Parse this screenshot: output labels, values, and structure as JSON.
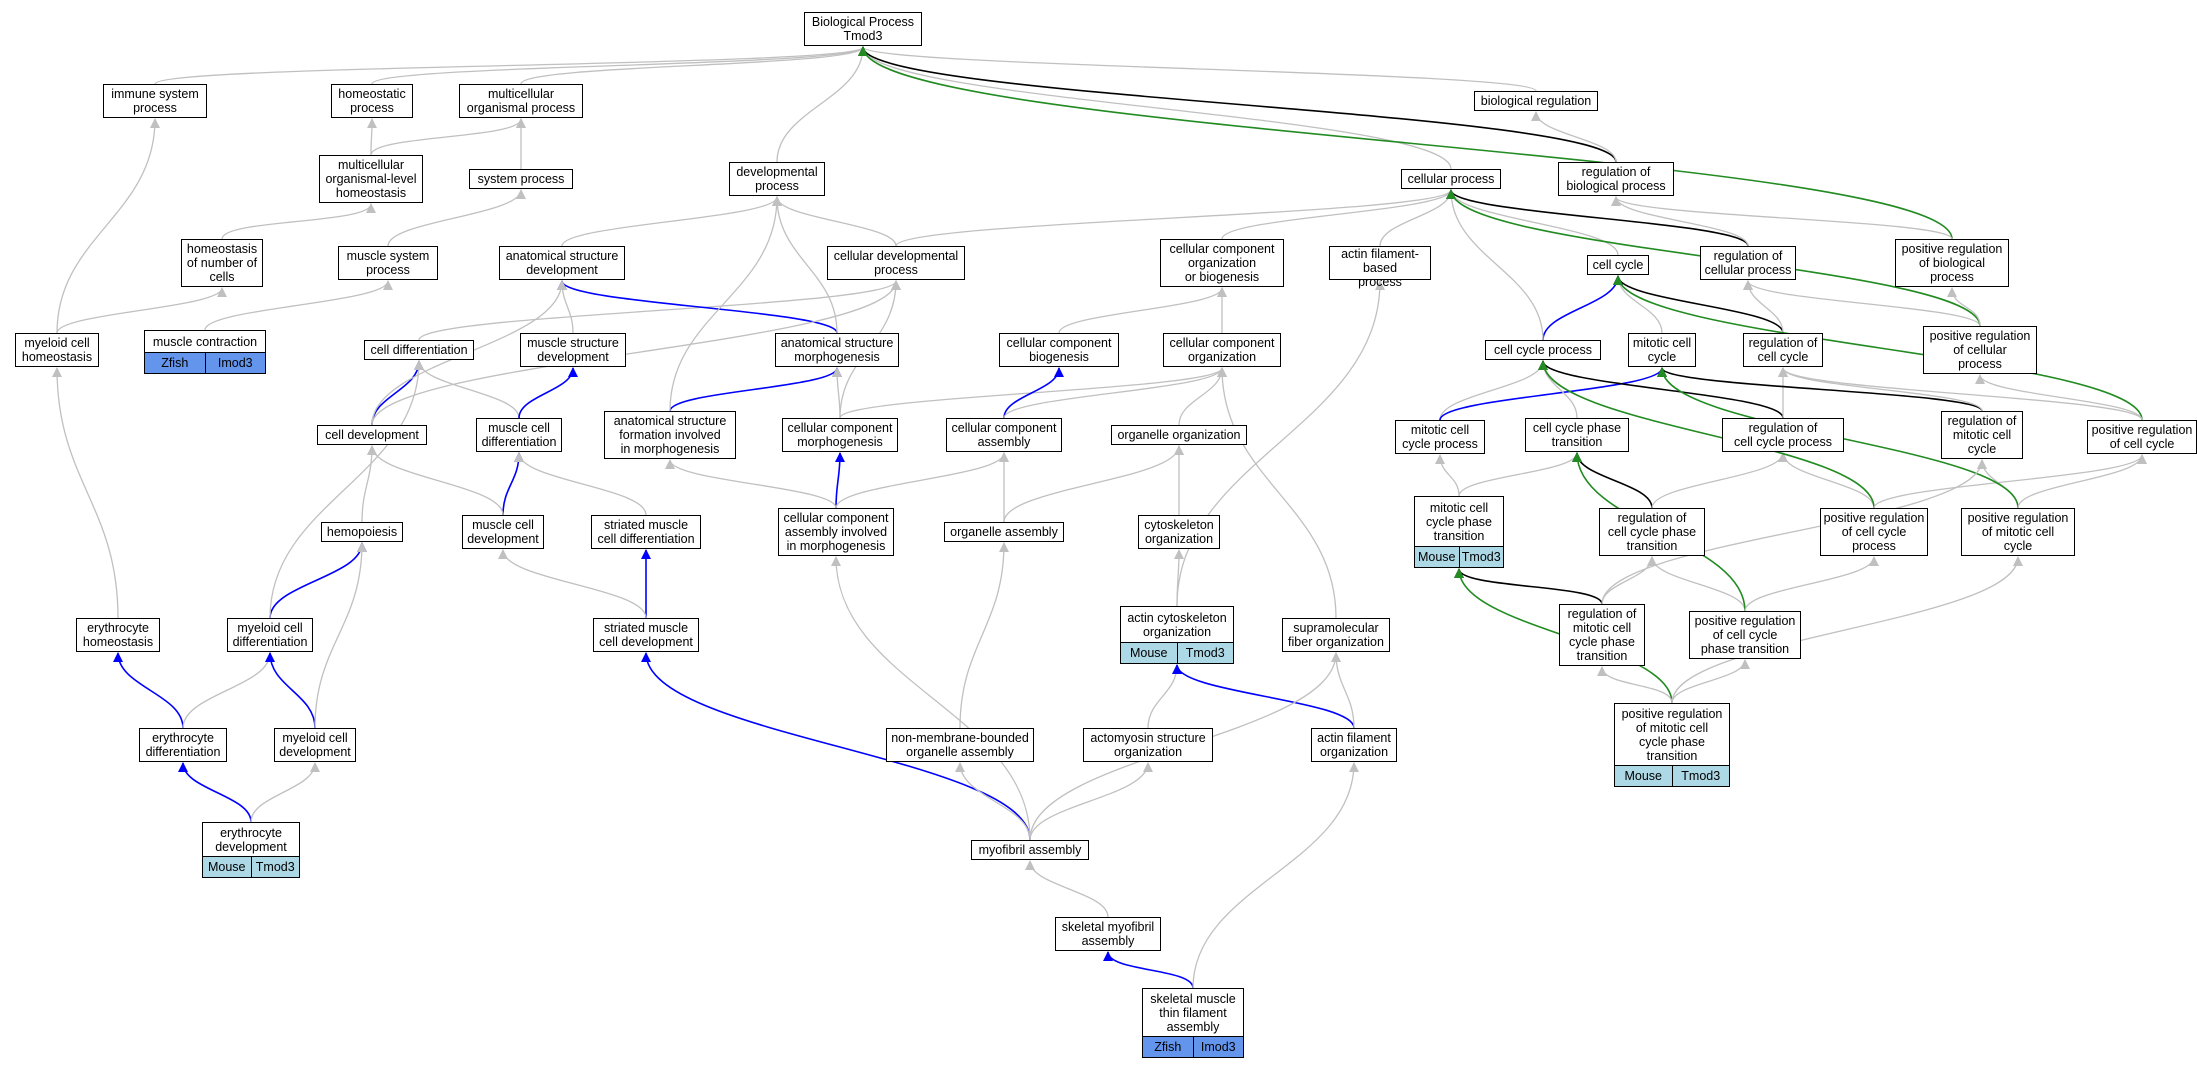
{
  "colors": {
    "gray": "#c0c0c0",
    "blue": "#0000ff",
    "black": "#000000",
    "green": "#228b22",
    "mouse_tag": "#add8e6",
    "zfish_tag": "#6495ed"
  },
  "nodes": {
    "bp": {
      "label": "Biological Process\nTmod3"
    },
    "immune": {
      "label": "immune system\nprocess"
    },
    "homeostatic": {
      "label": "homeostatic\nprocess"
    },
    "multicell_proc": {
      "label": "multicellular\norganismal process"
    },
    "bioreg": {
      "label": "biological regulation"
    },
    "mo_homeo": {
      "label": "multicellular\norganismal-level\nhomeostasis"
    },
    "system_proc": {
      "label": "system process"
    },
    "dev_proc": {
      "label": "developmental\nprocess"
    },
    "cell_proc": {
      "label": "cellular process"
    },
    "reg_bio": {
      "label": "regulation of\nbiological process"
    },
    "homeo_num": {
      "label": "homeostasis\nof number of\ncells"
    },
    "muscle_sys": {
      "label": "muscle system\nprocess"
    },
    "anat_dev": {
      "label": "anatomical structure\ndevelopment"
    },
    "cell_dev_proc": {
      "label": "cellular developmental\nprocess"
    },
    "ccobiog": {
      "label": "cellular component\norganization\nor biogenesis"
    },
    "actin_based": {
      "label": "actin filament-based\nprocess"
    },
    "cell_cycle": {
      "label": "cell cycle"
    },
    "reg_cell_proc": {
      "label": "regulation of\ncellular process"
    },
    "pos_reg_bio": {
      "label": "positive regulation\nof biological\nprocess"
    },
    "myeloid_homeo": {
      "label": "myeloid cell\nhomeostasis"
    },
    "muscle_contr": {
      "label": "muscle contraction",
      "tags": [
        "Zfish",
        "Imod3"
      ],
      "tagColor": "#6495ed"
    },
    "cell_diff": {
      "label": "cell differentiation"
    },
    "muscle_struct_dev": {
      "label": "muscle structure\ndevelopment"
    },
    "anat_morph": {
      "label": "anatomical structure\nmorphogenesis"
    },
    "cc_biog": {
      "label": "cellular component\nbiogenesis"
    },
    "cc_org": {
      "label": "cellular component\norganization"
    },
    "cc_proc": {
      "label": "cell cycle process"
    },
    "mitotic_cc": {
      "label": "mitotic cell\ncycle"
    },
    "reg_cc": {
      "label": "regulation of\ncell cycle"
    },
    "pos_reg_cell": {
      "label": "positive regulation\nof cellular\nprocess"
    },
    "cell_development": {
      "label": "cell development"
    },
    "muscle_cell_diff": {
      "label": "muscle cell\ndifferentiation"
    },
    "anat_form": {
      "label": "anatomical structure\nformation involved\nin morphogenesis"
    },
    "cc_morph": {
      "label": "cellular component\nmorphogenesis"
    },
    "cc_assembly": {
      "label": "cellular component\nassembly"
    },
    "organelle_org": {
      "label": "organelle organization"
    },
    "mitotic_cc_proc": {
      "label": "mitotic cell\ncycle process"
    },
    "cc_phase_trans": {
      "label": "cell cycle phase\ntransition"
    },
    "reg_cc_proc": {
      "label": "regulation of\ncell cycle process"
    },
    "reg_mitotic": {
      "label": "regulation of\nmitotic cell\ncycle"
    },
    "pos_reg_cc": {
      "label": "positive regulation\nof cell cycle"
    },
    "hemopoiesis": {
      "label": "hemopoiesis"
    },
    "muscle_cell_dev": {
      "label": "muscle cell\ndevelopment"
    },
    "striated_diff": {
      "label": "striated muscle\ncell differentiation"
    },
    "cc_assembly_morph": {
      "label": "cellular component\nassembly involved\nin morphogenesis"
    },
    "organelle_assembly": {
      "label": "organelle assembly"
    },
    "cytoskel_org": {
      "label": "cytoskeleton\norganization"
    },
    "mitotic_phase_trans": {
      "label": "mitotic cell\ncycle phase\ntransition",
      "tags": [
        "Mouse",
        "Tmod3"
      ],
      "tagColor": "#add8e6"
    },
    "reg_phase_trans": {
      "label": "regulation of\ncell cycle phase\ntransition"
    },
    "pos_reg_cc_proc": {
      "label": "positive regulation\nof cell cycle\nprocess"
    },
    "pos_reg_mitotic": {
      "label": "positive regulation\nof mitotic cell\ncycle"
    },
    "ery_homeo": {
      "label": "erythrocyte\nhomeostasis"
    },
    "myeloid_diff": {
      "label": "myeloid cell\ndifferentiation"
    },
    "striated_dev": {
      "label": "striated muscle\ncell development"
    },
    "actin_cytoskel": {
      "label": "actin cytoskeleton\norganization",
      "tags": [
        "Mouse",
        "Tmod3"
      ],
      "tagColor": "#add8e6"
    },
    "supramol": {
      "label": "supramolecular\nfiber organization"
    },
    "reg_mitotic_phase": {
      "label": "regulation of\nmitotic cell\ncycle phase\ntransition"
    },
    "pos_reg_phase": {
      "label": "positive regulation\nof cell cycle\nphase transition"
    },
    "ery_diff": {
      "label": "erythrocyte\ndifferentiation"
    },
    "myeloid_dev": {
      "label": "myeloid cell\ndevelopment"
    },
    "nonmem": {
      "label": "non-membrane-bounded\norganelle assembly"
    },
    "actomyosin": {
      "label": "actomyosin structure\norganization"
    },
    "actin_fil_org": {
      "label": "actin filament\norganization"
    },
    "pos_reg_mitotic_phase": {
      "label": "positive regulation\nof mitotic cell\ncycle phase\ntransition",
      "tags": [
        "Mouse",
        "Tmod3"
      ],
      "tagColor": "#add8e6"
    },
    "ery_dev": {
      "label": "erythrocyte\ndevelopment",
      "tags": [
        "Mouse",
        "Tmod3"
      ],
      "tagColor": "#add8e6"
    },
    "myofibril": {
      "label": "myofibril assembly"
    },
    "skel_myofibril": {
      "label": "skeletal myofibril\nassembly"
    },
    "skel_thin": {
      "label": "skeletal muscle\nthin filament\nassembly",
      "tags": [
        "Zfish",
        "Imod3"
      ],
      "tagColor": "#6495ed"
    }
  },
  "edges": [
    [
      "immune",
      "bp",
      "gray"
    ],
    [
      "homeostatic",
      "bp",
      "gray"
    ],
    [
      "multicell_proc",
      "bp",
      "gray"
    ],
    [
      "bioreg",
      "bp",
      "gray"
    ],
    [
      "dev_proc",
      "bp",
      "gray"
    ],
    [
      "cell_proc",
      "bp",
      "gray"
    ],
    [
      "reg_bio",
      "bp",
      "black"
    ],
    [
      "pos_reg_bio",
      "bp",
      "green"
    ],
    [
      "mo_homeo",
      "homeostatic",
      "gray"
    ],
    [
      "mo_homeo",
      "multicell_proc",
      "gray"
    ],
    [
      "system_proc",
      "multicell_proc",
      "gray"
    ],
    [
      "reg_bio",
      "bioreg",
      "gray"
    ],
    [
      "homeo_num",
      "mo_homeo",
      "gray"
    ],
    [
      "muscle_sys",
      "system_proc",
      "gray"
    ],
    [
      "anat_dev",
      "dev_proc",
      "gray"
    ],
    [
      "cell_dev_proc",
      "dev_proc",
      "gray"
    ],
    [
      "cell_dev_proc",
      "cell_proc",
      "gray"
    ],
    [
      "ccobiog",
      "cell_proc",
      "gray"
    ],
    [
      "actin_based",
      "cell_proc",
      "gray"
    ],
    [
      "cell_cycle",
      "cell_proc",
      "gray"
    ],
    [
      "reg_cell_proc",
      "cell_proc",
      "black"
    ],
    [
      "reg_cell_proc",
      "reg_bio",
      "gray"
    ],
    [
      "pos_reg_bio",
      "reg_bio",
      "gray"
    ],
    [
      "myeloid_homeo",
      "immune",
      "gray"
    ],
    [
      "myeloid_homeo",
      "homeo_num",
      "gray"
    ],
    [
      "muscle_contr",
      "muscle_sys",
      "gray"
    ],
    [
      "cell_diff",
      "cell_dev_proc",
      "gray"
    ],
    [
      "muscle_struct_dev",
      "anat_dev",
      "gray"
    ],
    [
      "anat_morph",
      "anat_dev",
      "blue"
    ],
    [
      "anat_morph",
      "dev_proc",
      "gray"
    ],
    [
      "cc_biog",
      "ccobiog",
      "gray"
    ],
    [
      "cc_org",
      "ccobiog",
      "gray"
    ],
    [
      "cc_proc",
      "cell_cycle",
      "blue"
    ],
    [
      "cc_proc",
      "cell_proc",
      "gray"
    ],
    [
      "mitotic_cc",
      "cell_cycle",
      "gray"
    ],
    [
      "reg_cc",
      "cell_cycle",
      "black"
    ],
    [
      "reg_cc",
      "reg_cell_proc",
      "gray"
    ],
    [
      "pos_reg_cell",
      "reg_cell_proc",
      "gray"
    ],
    [
      "pos_reg_cell",
      "cell_proc",
      "green"
    ],
    [
      "pos_reg_cell",
      "pos_reg_bio",
      "gray"
    ],
    [
      "cell_development",
      "cell_diff",
      "blue"
    ],
    [
      "cell_development",
      "anat_dev",
      "gray"
    ],
    [
      "cell_development",
      "cell_dev_proc",
      "gray"
    ],
    [
      "muscle_cell_diff",
      "cell_diff",
      "gray"
    ],
    [
      "muscle_cell_diff",
      "muscle_struct_dev",
      "blue"
    ],
    [
      "anat_form",
      "anat_morph",
      "blue"
    ],
    [
      "anat_form",
      "dev_proc",
      "gray"
    ],
    [
      "cc_morph",
      "anat_morph",
      "gray"
    ],
    [
      "cc_morph",
      "cell_dev_proc",
      "gray"
    ],
    [
      "cc_morph",
      "cc_org",
      "gray"
    ],
    [
      "cc_assembly",
      "cc_biog",
      "blue"
    ],
    [
      "cc_assembly",
      "cc_org",
      "gray"
    ],
    [
      "organelle_org",
      "cc_org",
      "gray"
    ],
    [
      "mitotic_cc_proc",
      "cc_proc",
      "gray"
    ],
    [
      "mitotic_cc_proc",
      "mitotic_cc",
      "blue"
    ],
    [
      "cc_phase_trans",
      "cc_proc",
      "gray"
    ],
    [
      "reg_cc_proc",
      "cc_proc",
      "black"
    ],
    [
      "reg_cc_proc",
      "reg_cc",
      "gray"
    ],
    [
      "reg_mitotic",
      "mitotic_cc",
      "black"
    ],
    [
      "reg_mitotic",
      "reg_cc",
      "gray"
    ],
    [
      "pos_reg_cc",
      "reg_cc",
      "gray"
    ],
    [
      "pos_reg_cc",
      "cell_cycle",
      "green"
    ],
    [
      "pos_reg_cc",
      "pos_reg_cell",
      "gray"
    ],
    [
      "hemopoiesis",
      "cell_development",
      "gray"
    ],
    [
      "muscle_cell_dev",
      "muscle_cell_diff",
      "blue"
    ],
    [
      "muscle_cell_dev",
      "cell_development",
      "gray"
    ],
    [
      "striated_diff",
      "muscle_cell_diff",
      "gray"
    ],
    [
      "cc_assembly_morph",
      "cc_morph",
      "blue"
    ],
    [
      "cc_assembly_morph",
      "anat_form",
      "gray"
    ],
    [
      "cc_assembly_morph",
      "cc_assembly",
      "gray"
    ],
    [
      "organelle_assembly",
      "cc_assembly",
      "gray"
    ],
    [
      "organelle_assembly",
      "organelle_org",
      "gray"
    ],
    [
      "cytoskel_org",
      "organelle_org",
      "gray"
    ],
    [
      "mitotic_phase_trans",
      "mitotic_cc_proc",
      "gray"
    ],
    [
      "mitotic_phase_trans",
      "cc_phase_trans",
      "gray"
    ],
    [
      "reg_phase_trans",
      "cc_phase_trans",
      "black"
    ],
    [
      "reg_phase_trans",
      "reg_cc_proc",
      "gray"
    ],
    [
      "pos_reg_cc_proc",
      "reg_cc_proc",
      "gray"
    ],
    [
      "pos_reg_cc_proc",
      "cc_proc",
      "green"
    ],
    [
      "pos_reg_cc_proc",
      "pos_reg_cc",
      "gray"
    ],
    [
      "pos_reg_mitotic",
      "reg_mitotic",
      "gray"
    ],
    [
      "pos_reg_mitotic",
      "mitotic_cc",
      "green"
    ],
    [
      "pos_reg_mitotic",
      "pos_reg_cc",
      "gray"
    ],
    [
      "ery_homeo",
      "myeloid_homeo",
      "gray"
    ],
    [
      "myeloid_diff",
      "hemopoiesis",
      "blue"
    ],
    [
      "myeloid_diff",
      "cell_diff",
      "gray"
    ],
    [
      "striated_dev",
      "striated_diff",
      "blue"
    ],
    [
      "striated_dev",
      "muscle_cell_dev",
      "gray"
    ],
    [
      "actin_cytoskel",
      "cytoskel_org",
      "gray"
    ],
    [
      "actin_cytoskel",
      "actin_based",
      "gray"
    ],
    [
      "supramol",
      "cc_org",
      "gray"
    ],
    [
      "reg_mitotic_phase",
      "mitotic_phase_trans",
      "black"
    ],
    [
      "reg_mitotic_phase",
      "reg_phase_trans",
      "gray"
    ],
    [
      "reg_mitotic_phase",
      "reg_mitotic",
      "gray"
    ],
    [
      "pos_reg_phase",
      "reg_phase_trans",
      "gray"
    ],
    [
      "pos_reg_phase",
      "cc_phase_trans",
      "green"
    ],
    [
      "pos_reg_phase",
      "pos_reg_cc_proc",
      "gray"
    ],
    [
      "ery_diff",
      "ery_homeo",
      "blue"
    ],
    [
      "ery_diff",
      "myeloid_diff",
      "gray"
    ],
    [
      "myeloid_dev",
      "myeloid_diff",
      "blue"
    ],
    [
      "myeloid_dev",
      "hemopoiesis",
      "gray"
    ],
    [
      "nonmem",
      "organelle_assembly",
      "gray"
    ],
    [
      "actomyosin",
      "actin_cytoskel",
      "gray"
    ],
    [
      "actin_fil_org",
      "actin_cytoskel",
      "blue"
    ],
    [
      "actin_fil_org",
      "supramol",
      "gray"
    ],
    [
      "pos_reg_mitotic_phase",
      "mitotic_phase_trans",
      "green"
    ],
    [
      "pos_reg_mitotic_phase",
      "reg_mitotic_phase",
      "gray"
    ],
    [
      "pos_reg_mitotic_phase",
      "pos_reg_phase",
      "gray"
    ],
    [
      "pos_reg_mitotic_phase",
      "pos_reg_mitotic",
      "gray"
    ],
    [
      "ery_dev",
      "ery_diff",
      "blue"
    ],
    [
      "ery_dev",
      "myeloid_dev",
      "gray"
    ],
    [
      "myofibril",
      "striated_dev",
      "blue"
    ],
    [
      "myofibril",
      "cc_assembly_morph",
      "gray"
    ],
    [
      "myofibril",
      "nonmem",
      "gray"
    ],
    [
      "myofibril",
      "actomyosin",
      "gray"
    ],
    [
      "myofibril",
      "supramol",
      "gray"
    ],
    [
      "skel_myofibril",
      "myofibril",
      "gray"
    ],
    [
      "skel_thin",
      "skel_myofibril",
      "blue"
    ],
    [
      "skel_thin",
      "actin_fil_org",
      "gray"
    ]
  ]
}
